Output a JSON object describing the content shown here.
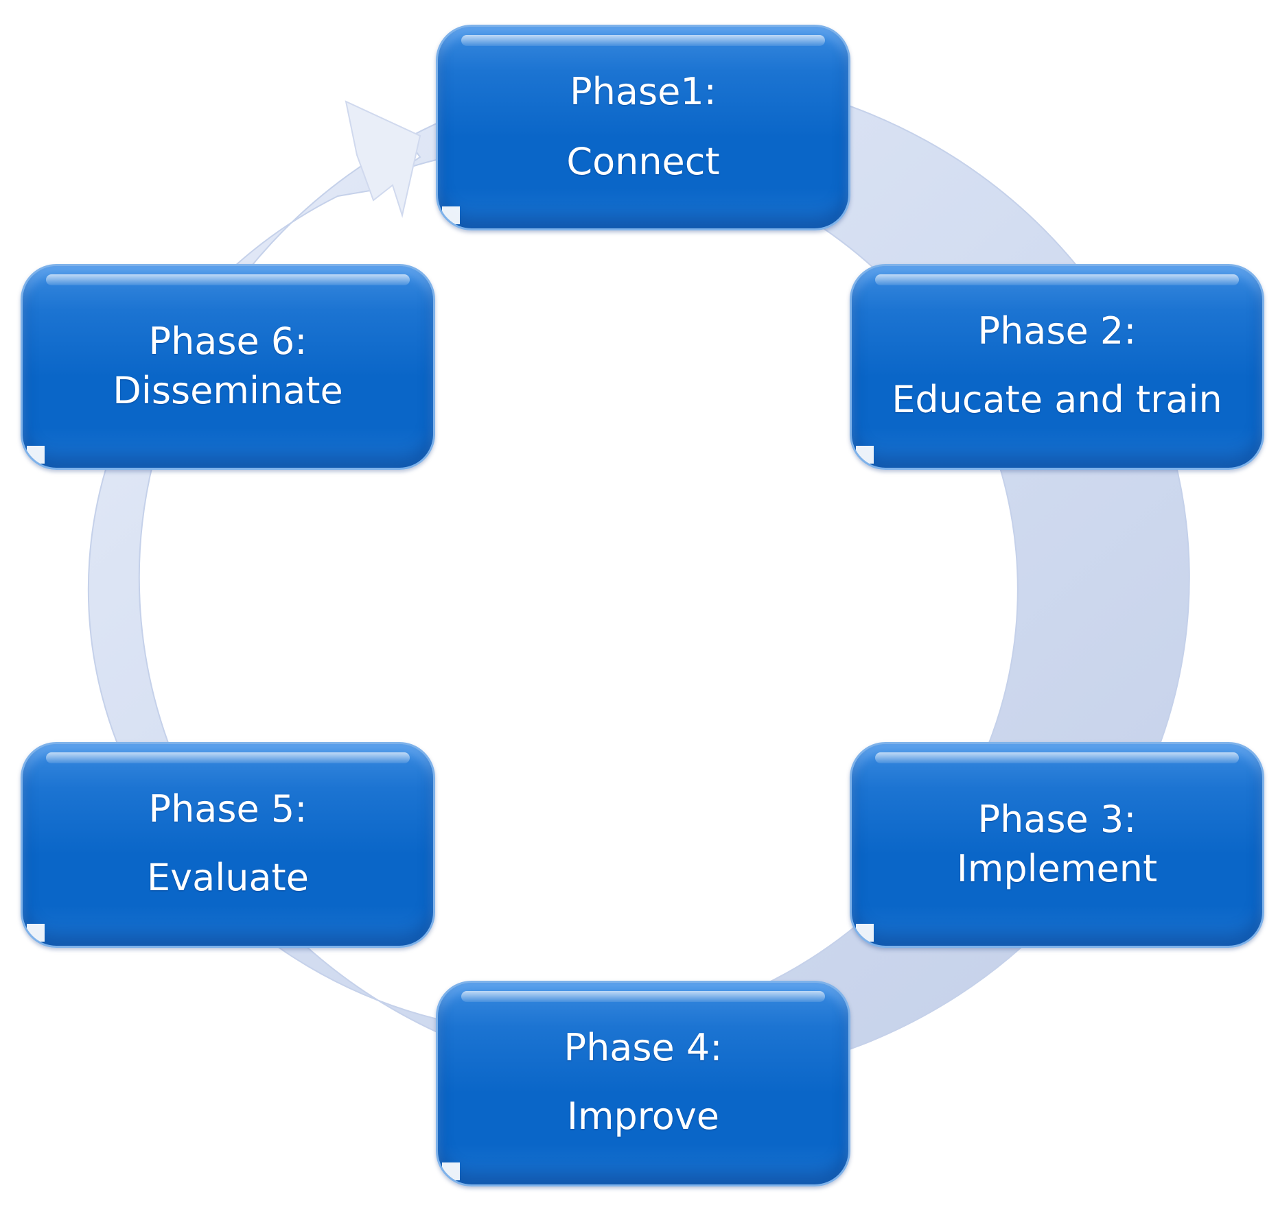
{
  "diagram": {
    "type": "cycle",
    "colors": {
      "box_fill": "#0a66c8",
      "box_highlight": "#3b8be0",
      "box_border": "#7eb2ea",
      "ring": "#d2dcf0",
      "text": "#ffffff"
    },
    "phases": [
      {
        "title": "Phase1:",
        "name": "Connect"
      },
      {
        "title": "Phase 2:",
        "name": "Educate and train"
      },
      {
        "title": "Phase 3:",
        "name": "Implement"
      },
      {
        "title": "Phase 4:",
        "name": "Improve"
      },
      {
        "title": "Phase 5:",
        "name": "Evaluate"
      },
      {
        "title": "Phase 6:",
        "name": "Disseminate"
      }
    ],
    "flow": "clockwise"
  }
}
